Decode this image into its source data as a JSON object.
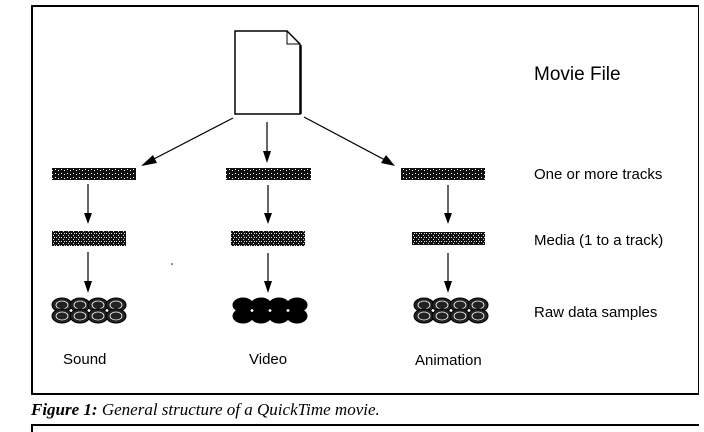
{
  "diagram": {
    "root_label": "Movie File",
    "row_labels": [
      "One or more tracks",
      "Media (1 to a track)",
      "Raw data samples"
    ],
    "columns": [
      {
        "name": "Sound"
      },
      {
        "name": "Video"
      },
      {
        "name": "Animation"
      }
    ],
    "icons": {
      "root": "document-icon",
      "track": "track-bar-icon",
      "media": "media-bar-icon",
      "samples": "data-samples-icon"
    }
  },
  "caption": {
    "figure_label": "Figure 1:",
    "text": "General structure of a QuickTime movie."
  }
}
